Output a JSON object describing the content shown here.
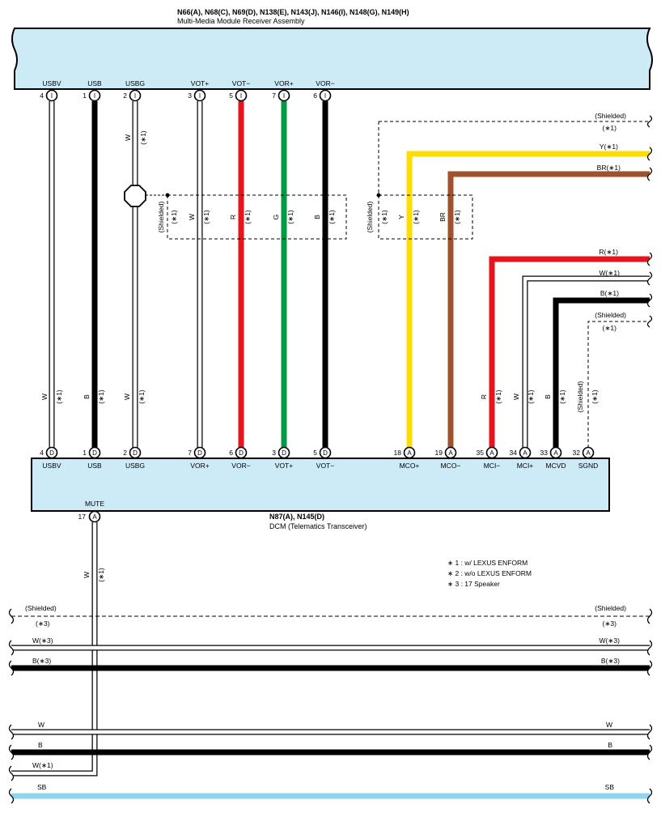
{
  "receiver": {
    "ids": "N66(A), N68(C), N69(D), N138(E), N143(J), N146(I), N148(G), N149(H)",
    "name": "Multi-Media Module Receiver Assembly",
    "fill": "#cdeaf7"
  },
  "dcm": {
    "ids": "N87(A), N145(D)",
    "name": "DCM (Telematics Transceiver)",
    "fill": "#cdeaf7"
  },
  "colors": {
    "white": "#ffffff",
    "black": "#000000",
    "red": "#e8141c",
    "green": "#009944",
    "yellow": "#ffdd00",
    "brown": "#a0522d",
    "sky_blue": "#8fd4f0"
  },
  "receiver_pins": [
    {
      "label": "USBV",
      "num": "4",
      "conn": "I"
    },
    {
      "label": "USB",
      "num": "1",
      "conn": "I"
    },
    {
      "label": "USBG",
      "num": "2",
      "conn": "I"
    },
    {
      "label": "VOT+",
      "num": "3",
      "conn": "I"
    },
    {
      "label": "VOT−",
      "num": "5",
      "conn": "I"
    },
    {
      "label": "VOR+",
      "num": "7",
      "conn": "I"
    },
    {
      "label": "VOR−",
      "num": "6",
      "conn": "I"
    }
  ],
  "dcm_pins": [
    {
      "label": "USBV",
      "num": "4",
      "conn": "D"
    },
    {
      "label": "USB",
      "num": "1",
      "conn": "D"
    },
    {
      "label": "USBG",
      "num": "2",
      "conn": "D"
    },
    {
      "label": "VOR+",
      "num": "7",
      "conn": "D"
    },
    {
      "label": "VOR−",
      "num": "6",
      "conn": "D"
    },
    {
      "label": "VOT+",
      "num": "3",
      "conn": "D"
    },
    {
      "label": "VOT−",
      "num": "5",
      "conn": "D"
    },
    {
      "label": "MCO+",
      "num": "18",
      "conn": "A"
    },
    {
      "label": "MCO−",
      "num": "19",
      "conn": "A"
    },
    {
      "label": "MCI−",
      "num": "35",
      "conn": "A"
    },
    {
      "label": "MCI+",
      "num": "34",
      "conn": "A"
    },
    {
      "label": "MCVD",
      "num": "33",
      "conn": "A"
    },
    {
      "label": "SGND",
      "num": "32",
      "conn": "A"
    }
  ],
  "mute_pin": {
    "label": "MUTE",
    "num": "17",
    "conn": "A"
  },
  "wire_codes": {
    "W": "W",
    "B": "B",
    "R": "R",
    "G": "G",
    "Y": "Y",
    "BR": "BR",
    "SB": "SB",
    "note1": "(∗1)",
    "note3": "(∗3)",
    "shielded": "(Shielded)",
    "Y1": "Y(∗1)",
    "BR1": "BR(∗1)",
    "R1": "R(∗1)",
    "W1": "W(∗1)",
    "B1": "B(∗1)",
    "W3": "W(∗3)",
    "B3": "B(∗3)"
  },
  "legend": [
    "∗ 1 : w/ LEXUS ENFORM",
    "∗ 2 : w/o LEXUS ENFORM",
    "∗ 3 : 17 Speaker"
  ]
}
